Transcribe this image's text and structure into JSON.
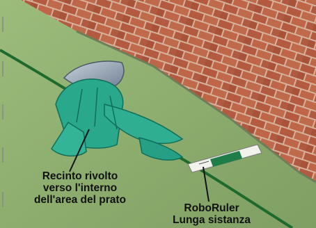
{
  "callouts": {
    "enclosure": {
      "lines": [
        "Recinto rivolto",
        "verso l'interno",
        "dell'area del prato"
      ]
    },
    "roboruler": {
      "lines": [
        "RoboRuler",
        "Lunga sistanza"
      ]
    }
  },
  "colors": {
    "brick": "#b55a3f",
    "mortar": "#d9b9a6",
    "lawn": "#8fae6f",
    "boundary_wire": "#1d6a2c",
    "enclosure": "#2aa88c",
    "roboruler": "#f2f2ec",
    "roboruler_accent": "#1f7d4a"
  }
}
